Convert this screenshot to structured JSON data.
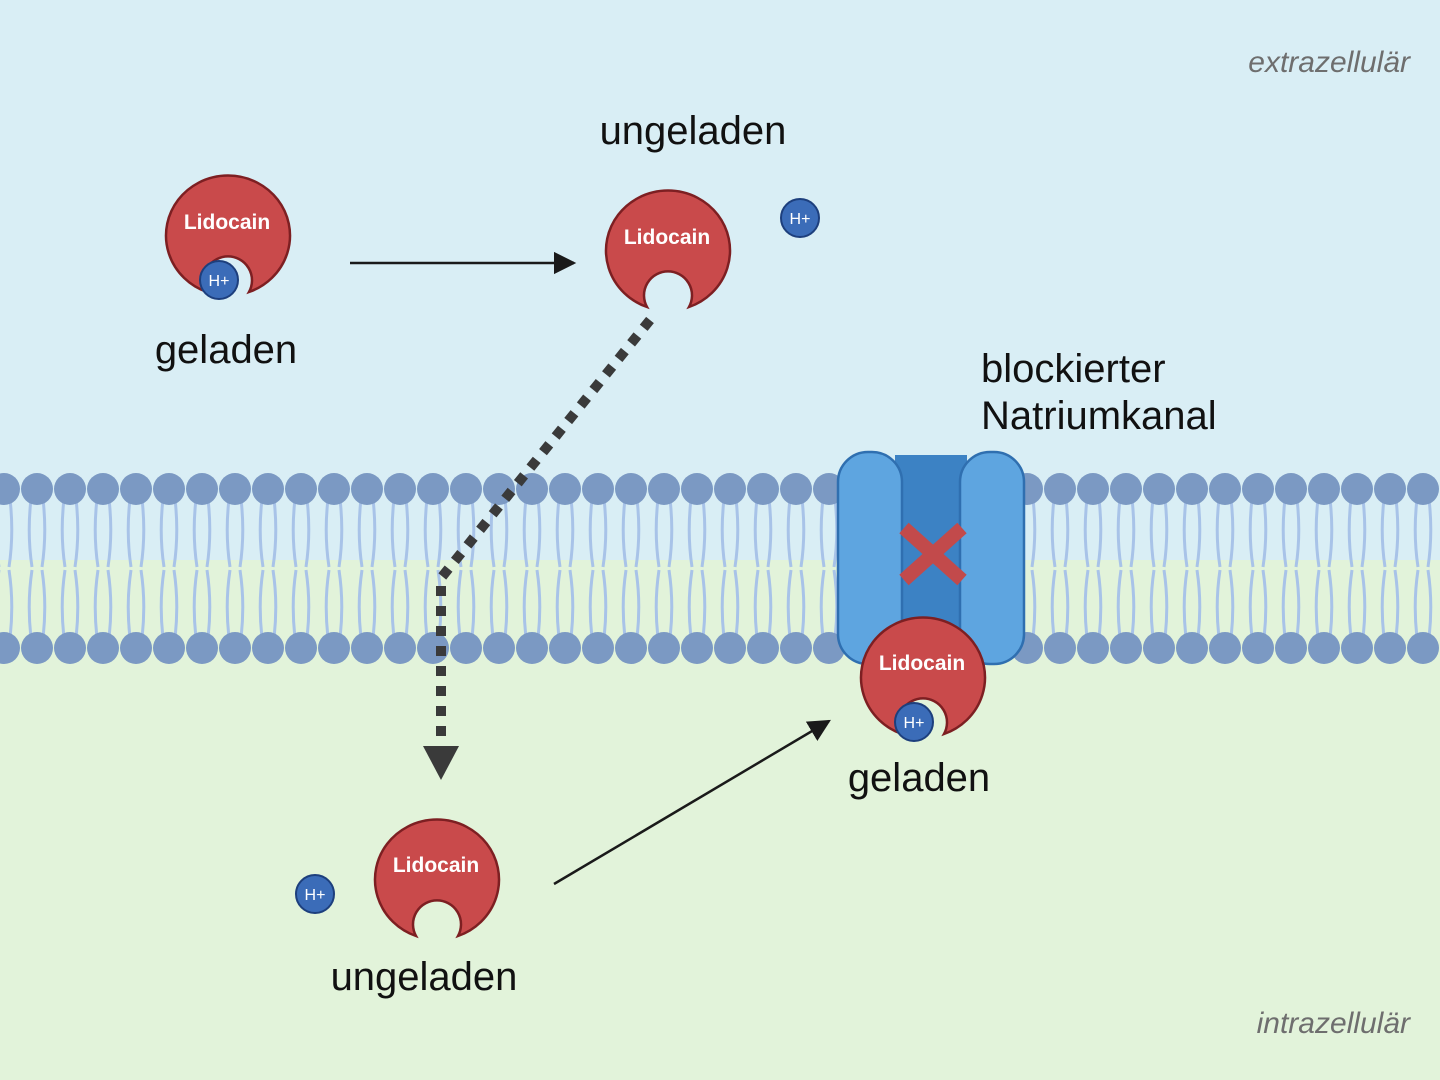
{
  "regions": {
    "outside": "extrazellulär",
    "inside": "intrazellulär"
  },
  "labels": {
    "top_left": "geladen",
    "top_middle": "ungeladen",
    "bottom_left": "ungeladen",
    "bottom_right": "geladen",
    "channel_line1": "blockierter",
    "channel_line2": "Natriumkanal"
  },
  "molecules": {
    "drug": "Lidocain",
    "proton": "H+"
  },
  "colors": {
    "extracellular": "#d9eef5",
    "intracellular": "#e2f3da",
    "membrane_head": "#7b99c3",
    "membrane_tail": "#a8c3e8",
    "drug": "#c94a4b",
    "drug_outline": "#7d1f22",
    "proton": "#3b6cb8",
    "proton_outline": "#1d3f7d",
    "channel_outer": "#5ea5e0",
    "channel_inner": "#3c82c4",
    "block_cross": "#c24a4b",
    "arrow": "#1a1a1a",
    "dotted_arrow": "#3a3a3a"
  }
}
